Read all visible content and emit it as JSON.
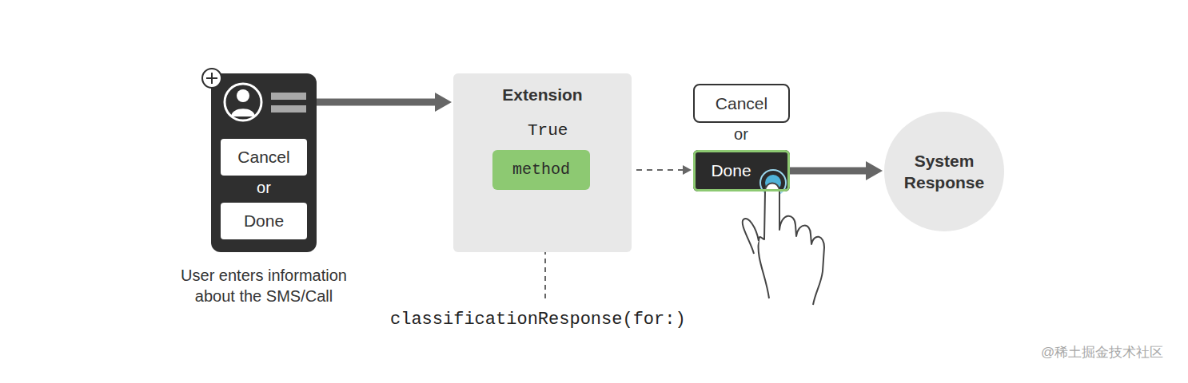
{
  "diagram": {
    "nodes": [
      {
        "text": [
          "User enters information about the SMS/Call"
        ]
      },
      {
        "text": [
          "Cancel"
        ],
        "in": 0
      },
      {
        "text": [
          "Done"
        ],
        "in": 0
      },
      {
        "text": [
          "Extension",
          "True"
        ]
      },
      {
        "text": [
          "method"
        ],
        "in": 3
      },
      {
        "text": [
          "Cancel"
        ]
      },
      {
        "text": [
          "Done"
        ]
      },
      {
        "text": [
          "System Response"
        ]
      }
    ],
    "edges": [
      {
        "from": 0,
        "to": 3,
        "arrow": "to"
      },
      {
        "from": 4,
        "to": 6,
        "arrow": "to"
      },
      {
        "from": 6,
        "to": 7,
        "arrow": "to"
      }
    ],
    "labels": [
      "or",
      "or",
      "classificationResponse(for:)",
      "@稀土掘金技术社区"
    ]
  }
}
